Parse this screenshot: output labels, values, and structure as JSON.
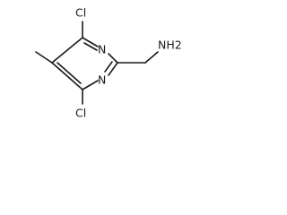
{
  "molecule": {
    "atoms": {
      "cl_top": "Cl",
      "cl_bottom": "Cl",
      "n_upper": "N",
      "n_lower": "N",
      "nh2": "NH2"
    }
  }
}
